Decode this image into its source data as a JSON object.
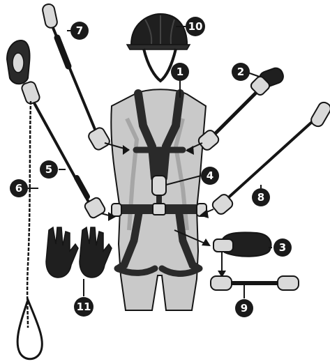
{
  "colors": {
    "line": "#151515",
    "metal": "#d9d9d9",
    "mannequin": "#c9c9c9",
    "mannequin_shade": "#9e9e9e",
    "strap": "#2a2a2a",
    "callout_fill": "#1a1a1a",
    "callout_text": "#ffffff"
  },
  "callouts": {
    "c1": "1",
    "c2": "2",
    "c3": "3",
    "c4": "4",
    "c5": "5",
    "c6": "6",
    "c7": "7",
    "c8": "8",
    "c9": "9",
    "c10": "10",
    "c11": "11"
  },
  "icons": {
    "helmet": "helmet-icon",
    "harness": "harness-icon",
    "gloves": "gloves-icon",
    "carabiner": "carabiner-icon",
    "rope": "rope-icon",
    "pouch": "pouch-icon"
  }
}
